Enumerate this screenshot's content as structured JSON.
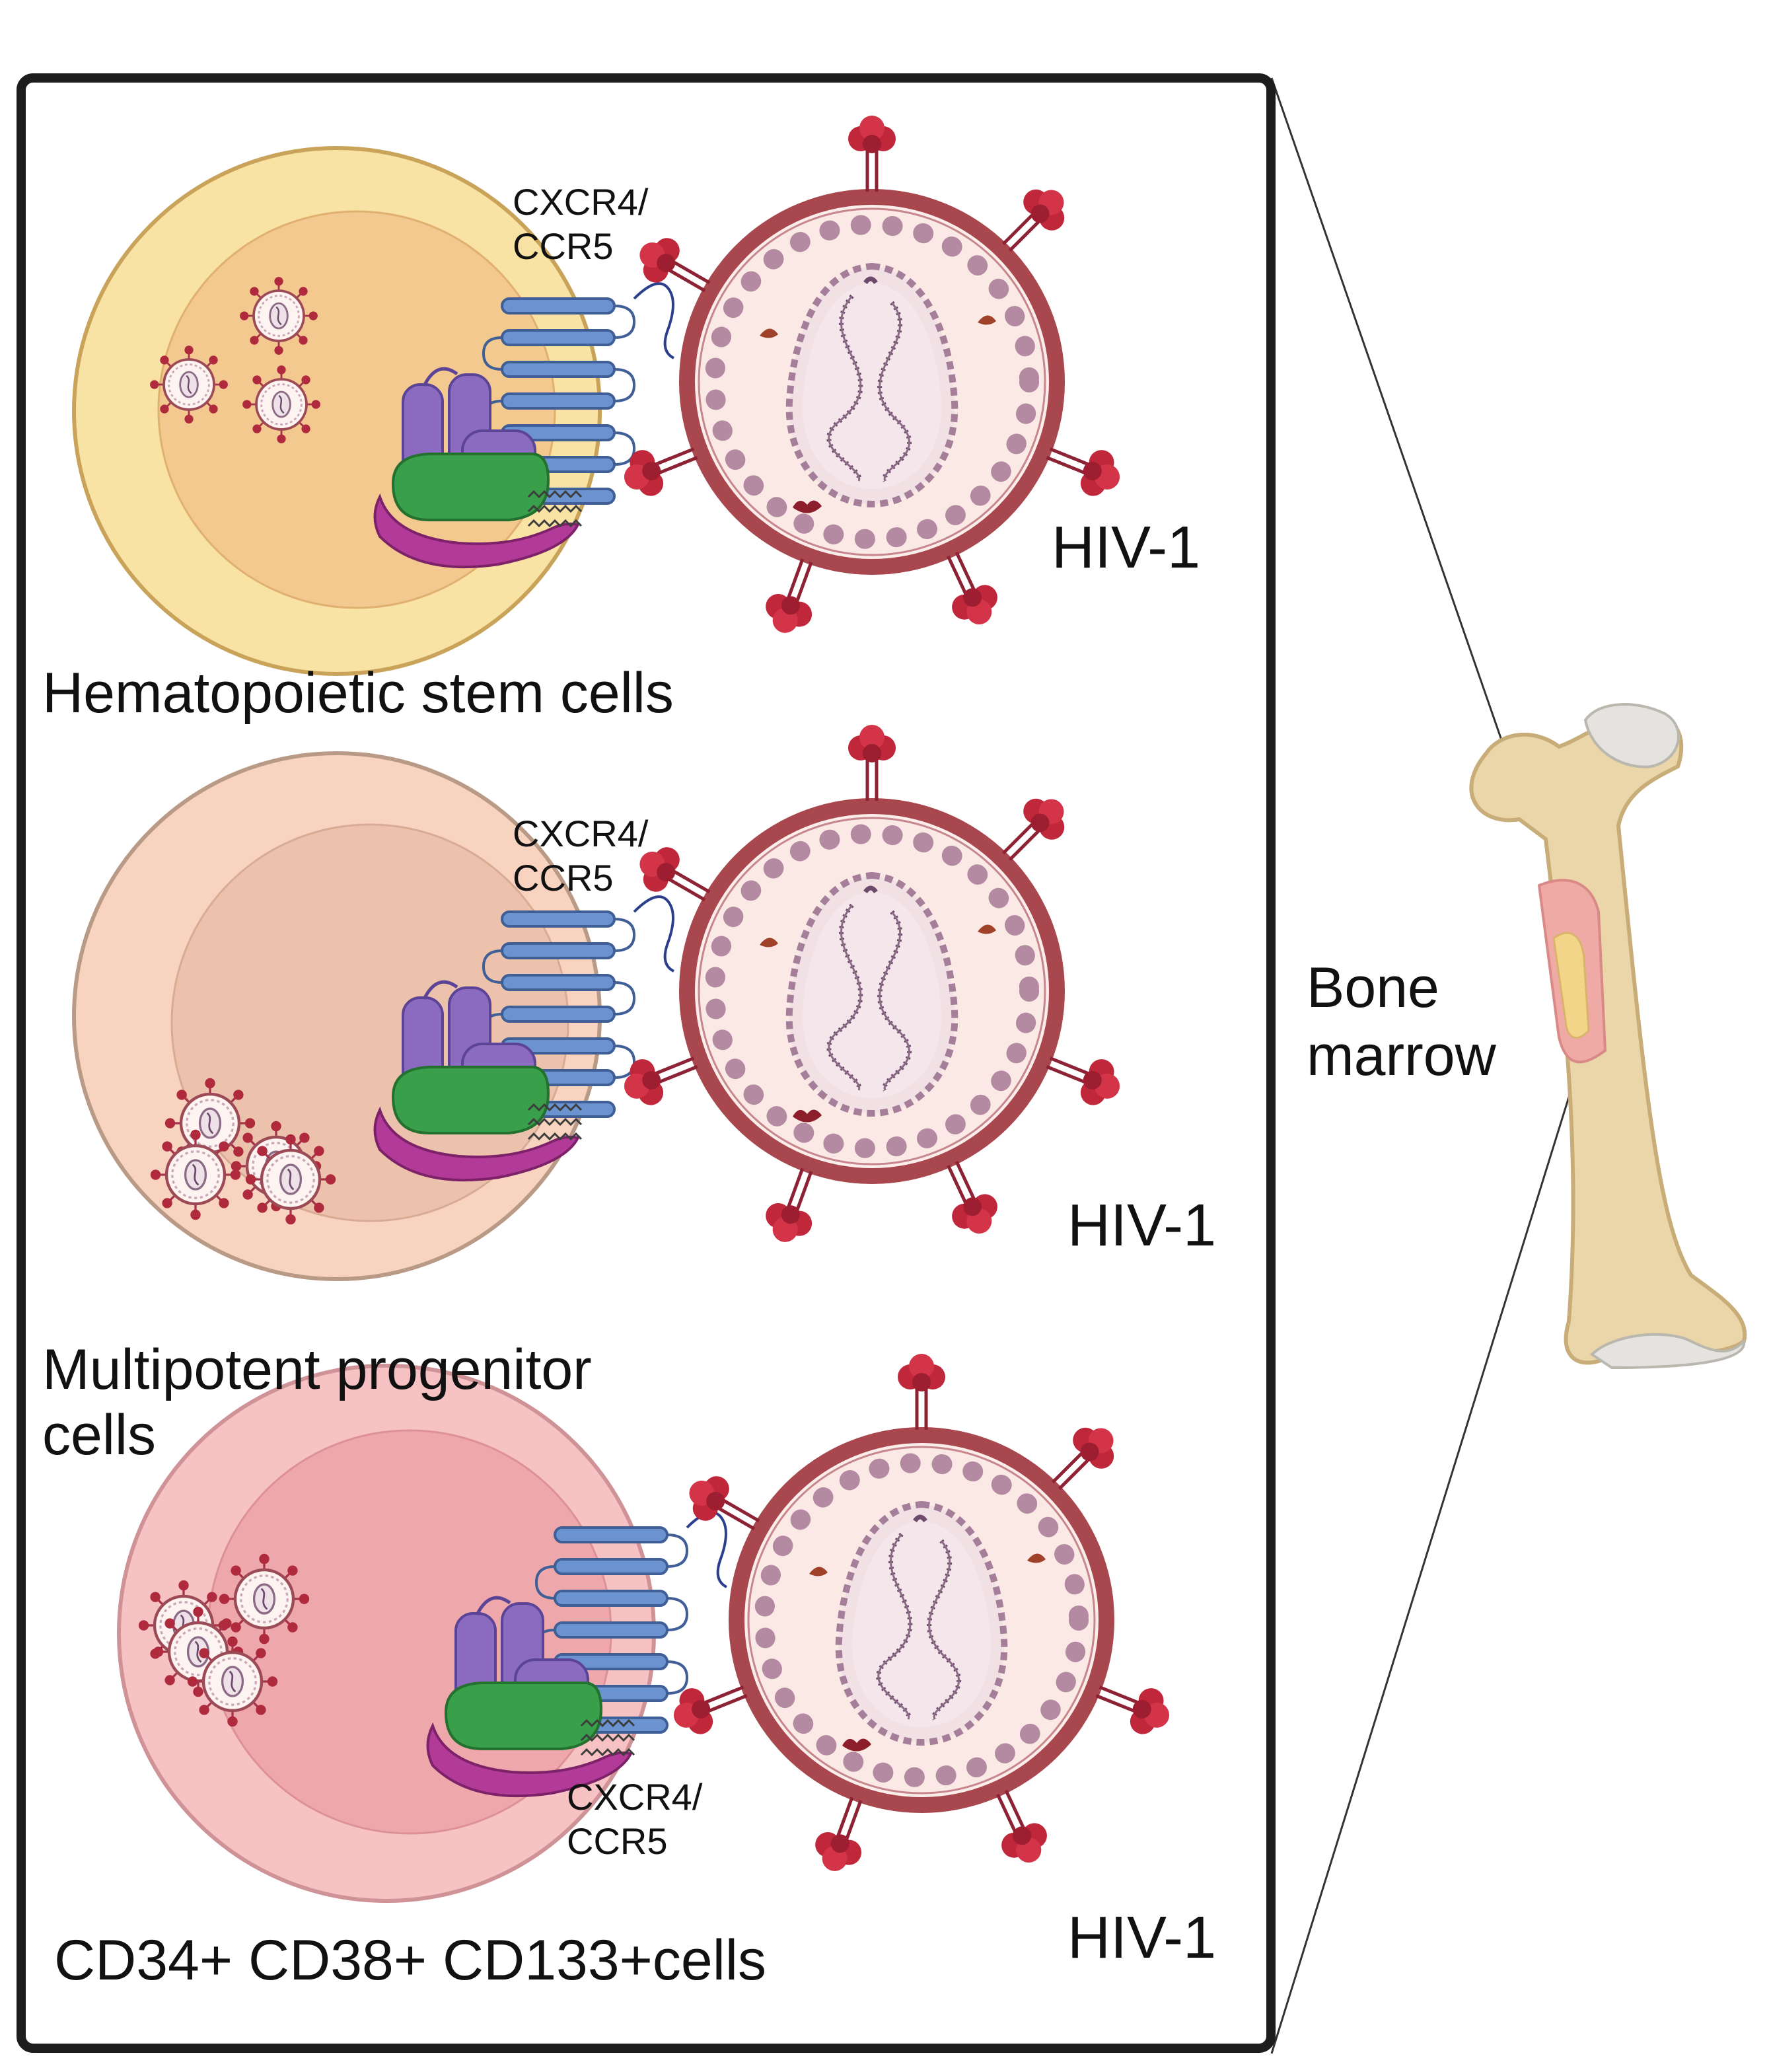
{
  "panels": [
    {
      "cell_label": "Hematopoietic stem cells",
      "receptor_label": "CXCR4/\nCCR5",
      "virus_label": "HIV-1"
    },
    {
      "cell_label": "Multipotent progenitor\ncells",
      "receptor_label": "CXCR4/\nCCR5",
      "virus_label": "HIV-1"
    },
    {
      "cell_label": "CD34+ CD38+ CD133+cells",
      "receptor_label": "CXCR4/\nCCR5",
      "virus_label": "HIV-1"
    }
  ],
  "bone": {
    "label": "Bone\nmarrow"
  },
  "colors": {
    "cell_1_outer": "#f8e2a4",
    "cell_1_inner": "#f3c98f",
    "cell_1_edge": "#c9a35a",
    "cell_2_outer": "#f8d4c0",
    "cell_2_inner": "#edc2ad",
    "cell_2_edge": "#b99a86",
    "cell_3_outer": "#f6c2c3",
    "cell_3_inner": "#eea8ab",
    "cell_3_edge": "#cf9296",
    "receptor": "#6b93cf",
    "cd4": "#8a6bbf",
    "green_protein": "#3a9f4a",
    "magenta_protein": "#b23a98",
    "virus_envelope": "#a8474d",
    "virus_inner": "#fbe9e5",
    "capsid": "#a57e99",
    "spike": "#c0273a",
    "bone": "#ead6a9",
    "marrow_red": "#f0aaa6",
    "marrow_yellow": "#f3d58a",
    "cartilage": "#e4e3df"
  }
}
